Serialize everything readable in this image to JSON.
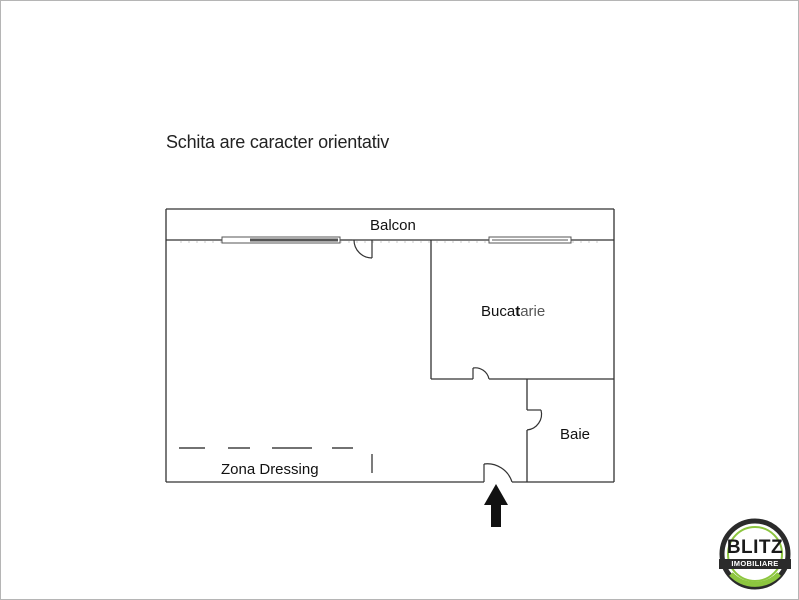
{
  "note": "Schita are caracter orientativ",
  "rooms": {
    "balcon": "Balcon",
    "bucatarie_main": "Buca",
    "bucatarie_bold": "t",
    "bucatarie_rest": "arie",
    "baie": "Baie",
    "dressing": "Zona Dressing"
  },
  "logo": {
    "name": "BLITZ",
    "subtitle": "IMOBILIARE",
    "colors": {
      "ring_dark": "#2b2b2b",
      "ring_green": "#8dc63f"
    }
  },
  "colors": {
    "walls": "#333333",
    "window": "#555555",
    "arrow": "#111111"
  }
}
